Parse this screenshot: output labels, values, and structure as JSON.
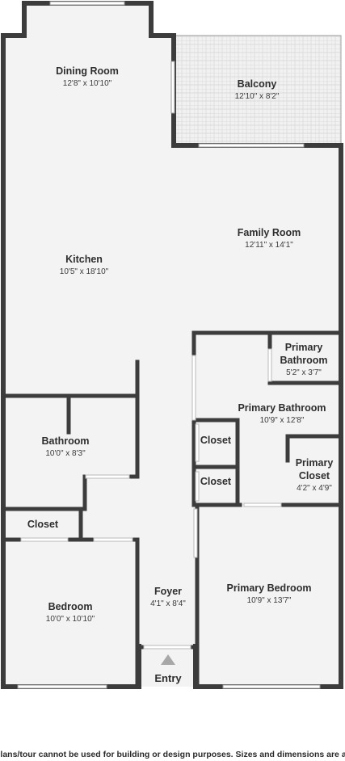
{
  "rooms": {
    "dining_room": {
      "name": "Dining Room",
      "dims": "12'8\" x 10'10\""
    },
    "balcony": {
      "name": "Balcony",
      "dims": "12'10\" x 8'2\""
    },
    "kitchen": {
      "name": "Kitchen",
      "dims": "10'5\" x 18'10\""
    },
    "family_room": {
      "name": "Family Room",
      "dims": "12'11\" x 14'1\""
    },
    "primary_bathroom_small": {
      "name_line1": "Primary",
      "name_line2": "Bathroom",
      "dims": "5'2\" x 3'7\""
    },
    "primary_bathroom": {
      "name": "Primary Bathroom",
      "dims": "10'9\" x 12'8\""
    },
    "bathroom": {
      "name": "Bathroom",
      "dims": "10'0\" x 8'3\""
    },
    "closet_upper": {
      "name": "Closet"
    },
    "closet_lower": {
      "name": "Closet"
    },
    "primary_closet": {
      "name_line1": "Primary",
      "name_line2": "Closet",
      "dims": "4'2\" x 4'9\""
    },
    "closet_left": {
      "name": "Closet"
    },
    "bedroom": {
      "name": "Bedroom",
      "dims": "10'0\" x 10'10\""
    },
    "foyer": {
      "name": "Foyer",
      "dims": "4'1\" x 8'4\""
    },
    "primary_bedroom": {
      "name": "Primary Bedroom",
      "dims": "10'9\" x 13'7\""
    }
  },
  "entry_label": "Entry",
  "disclaimer": "plans/tour cannot be used for building or design purposes. Sizes and dimensions are approx",
  "colors": {
    "wall": "#3c3c3c",
    "floor": "#f3f3f3",
    "balcony_tile": "#ececec",
    "text": "#2e2e2e"
  }
}
